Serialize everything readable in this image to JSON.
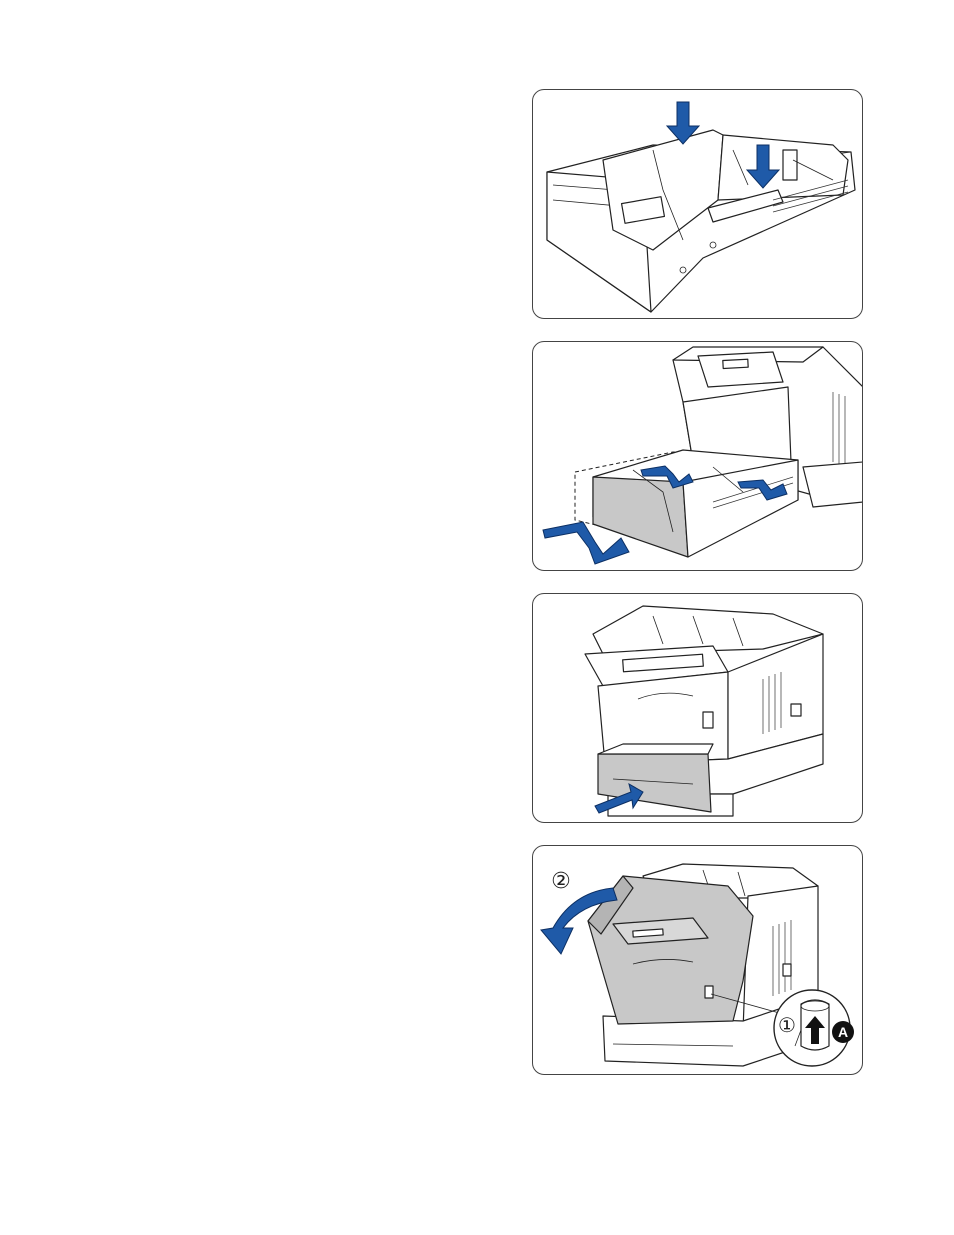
{
  "colors": {
    "arrow_blue": "#1f5aa8",
    "panel_border": "#444444",
    "cover_grey": "#c8c8c8"
  },
  "figures": [
    {
      "id": "press-down-plate",
      "icons": [
        "paper-tray-icon",
        "arrow-down-icon"
      ]
    },
    {
      "id": "insert-tray-printer",
      "icons": [
        "printer-icon",
        "paper-tray-icon",
        "arrow-right-icon"
      ]
    },
    {
      "id": "push-tray-in",
      "icons": [
        "printer-icon",
        "paper-tray-icon",
        "arrow-right-icon"
      ]
    },
    {
      "id": "open-front-cover",
      "icons": [
        "printer-icon",
        "curved-arrow-icon",
        "latch-detail-icon"
      ]
    }
  ],
  "callouts": {
    "step_two": "②",
    "step_one": "①",
    "label_a": "A"
  }
}
